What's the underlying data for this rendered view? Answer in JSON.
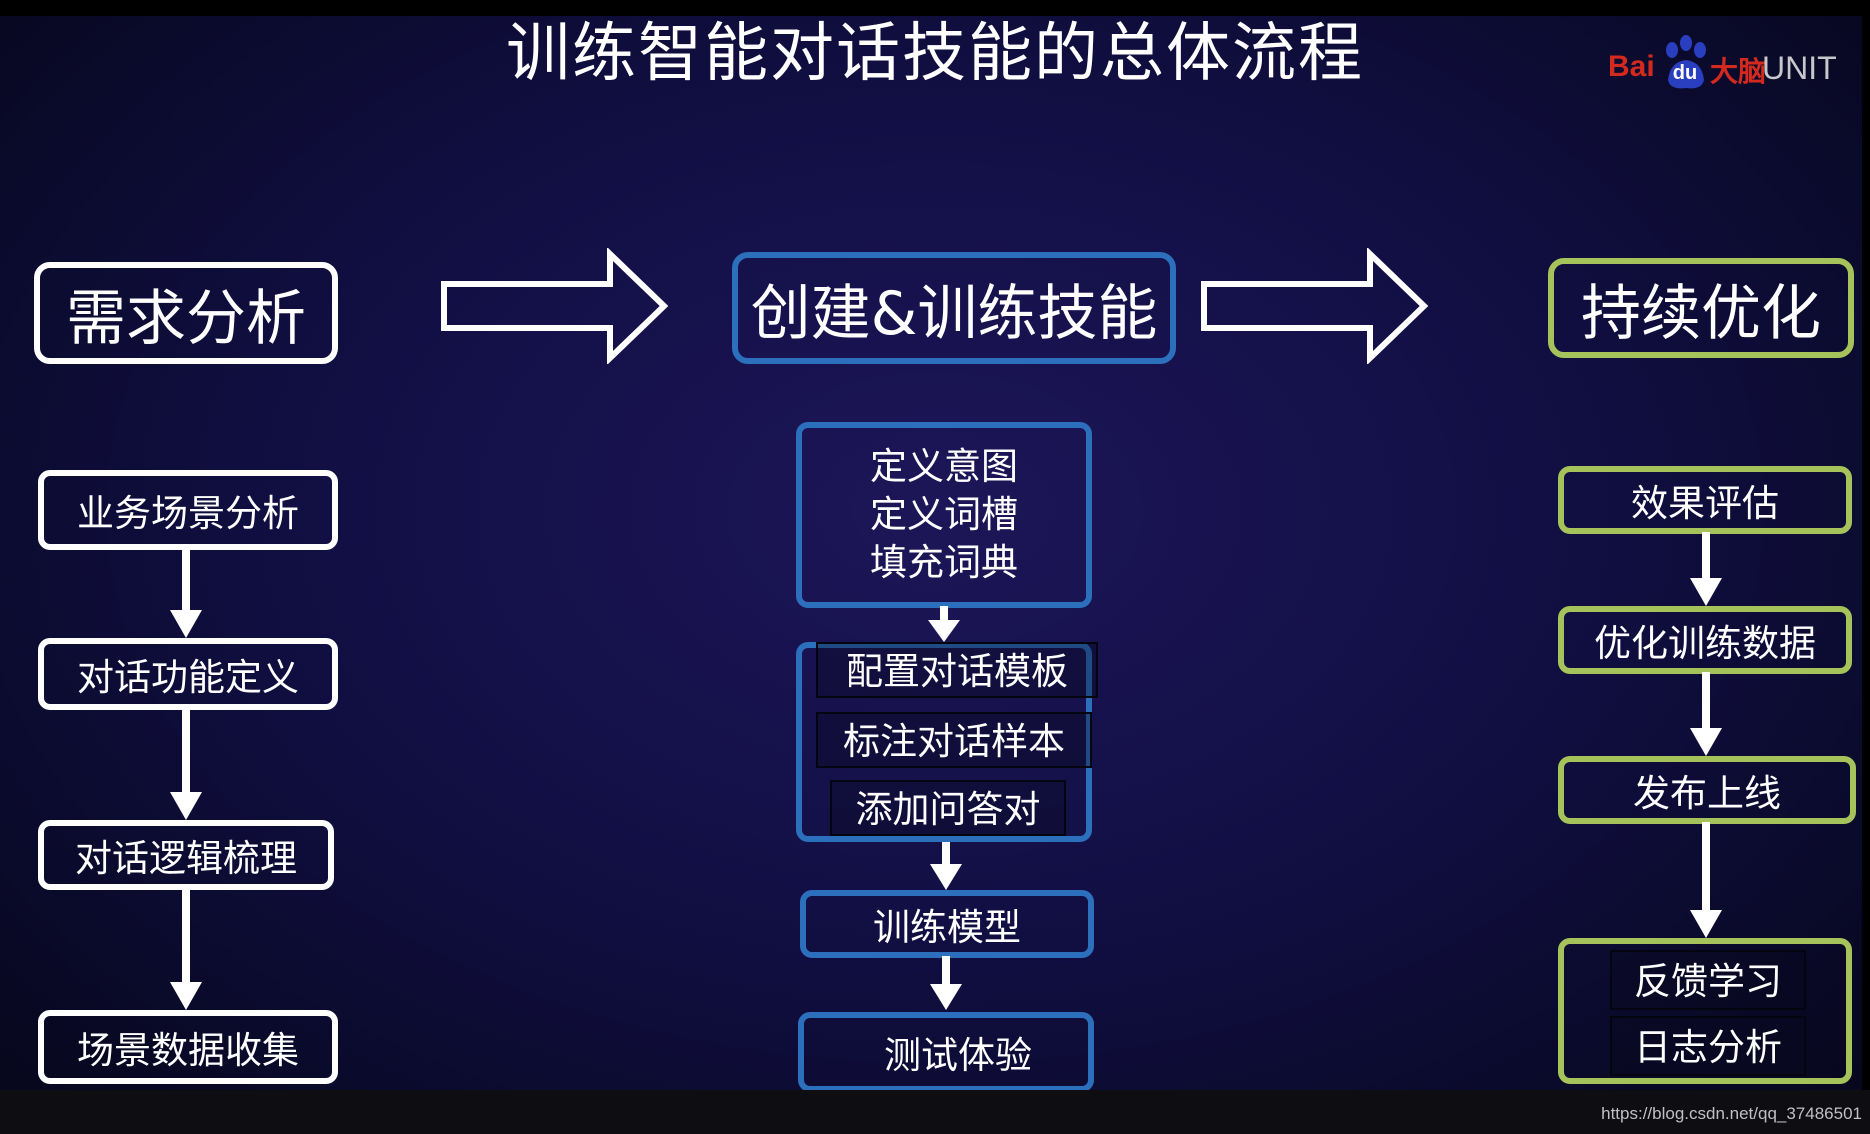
{
  "title": "训练智能对话技能的总体流程",
  "logo": {
    "bai": "Bai",
    "du": "du",
    "da": "大脑",
    "unit": "UNIT"
  },
  "colors": {
    "white": "#ffffff",
    "blue": "#2c6fbd",
    "green": "#a6c25a",
    "logo_red": "#d42a1e"
  },
  "phases": [
    {
      "label": "需求分析"
    },
    {
      "label": "创建&训练技能"
    },
    {
      "label": "持续优化"
    }
  ],
  "left_steps": [
    "业务场景分析",
    "对话功能定义",
    "对话逻辑梳理",
    "场景数据收集"
  ],
  "middle": {
    "define": [
      "定义意图",
      "定义词槽",
      "填充词典"
    ],
    "config": [
      "配置对话模板",
      "标注对话样本",
      "添加问答对"
    ],
    "train": "训练模型",
    "test": "测试体验"
  },
  "right_steps": {
    "evaluate": "效果评估",
    "optimize": "优化训练数据",
    "publish": "发布上线",
    "feedback": [
      "反馈学习",
      "日志分析"
    ]
  },
  "footer_url": "https://blog.csdn.net/qq_37486501"
}
